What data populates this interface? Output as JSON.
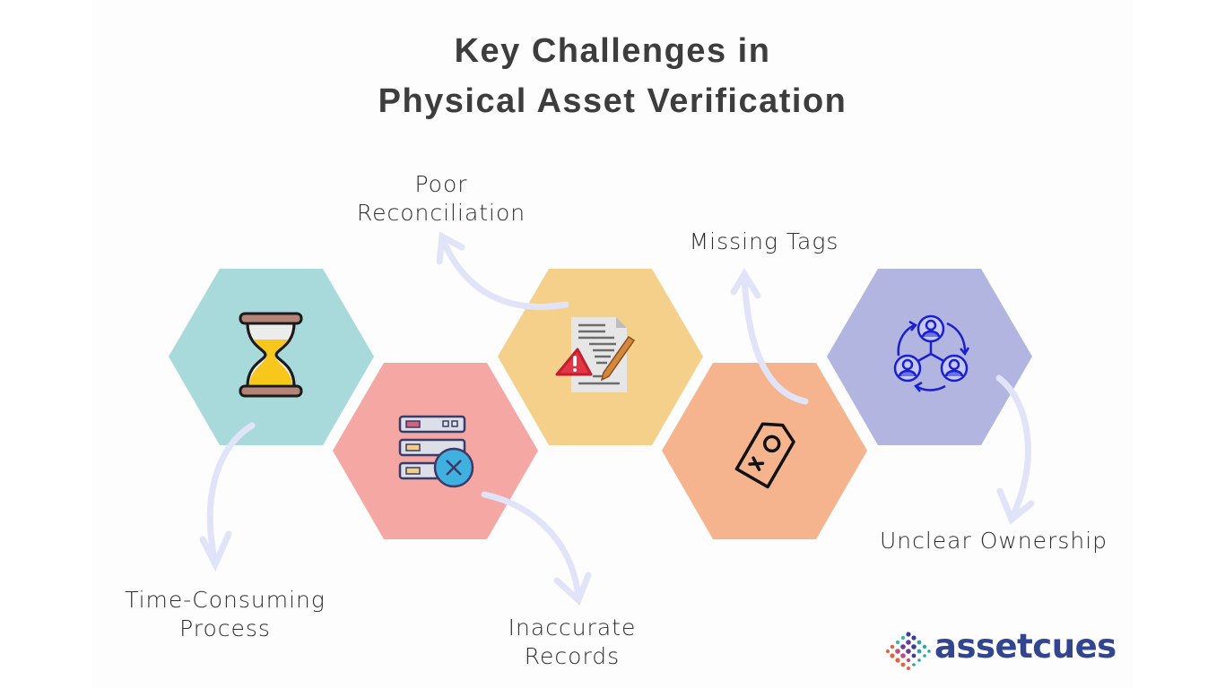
{
  "title": {
    "line1": "Key Challenges in",
    "line2": "Physical Asset Verification"
  },
  "challenges": [
    {
      "label_line1": "Time-Consuming",
      "label_line2": "Process",
      "icon": "hourglass-icon",
      "color": "#a8dadb"
    },
    {
      "label_line1": "Inaccurate",
      "label_line2": "Records",
      "icon": "server-error-icon",
      "color": "#f4a7a3"
    },
    {
      "label_line1": "Poor",
      "label_line2": "Reconciliation",
      "icon": "document-warning-icon",
      "color": "#f5d08a"
    },
    {
      "label_line1": "Missing Tags",
      "label_line2": "",
      "icon": "tag-missing-icon",
      "color": "#f5b48e"
    },
    {
      "label_line1": "Unclear Ownership",
      "label_line2": "",
      "icon": "ownership-cycle-icon",
      "color": "#b1b5df"
    }
  ],
  "arrow_color": "#e1e4f8",
  "brand": {
    "name": "assetcues",
    "color": "#32468f"
  }
}
